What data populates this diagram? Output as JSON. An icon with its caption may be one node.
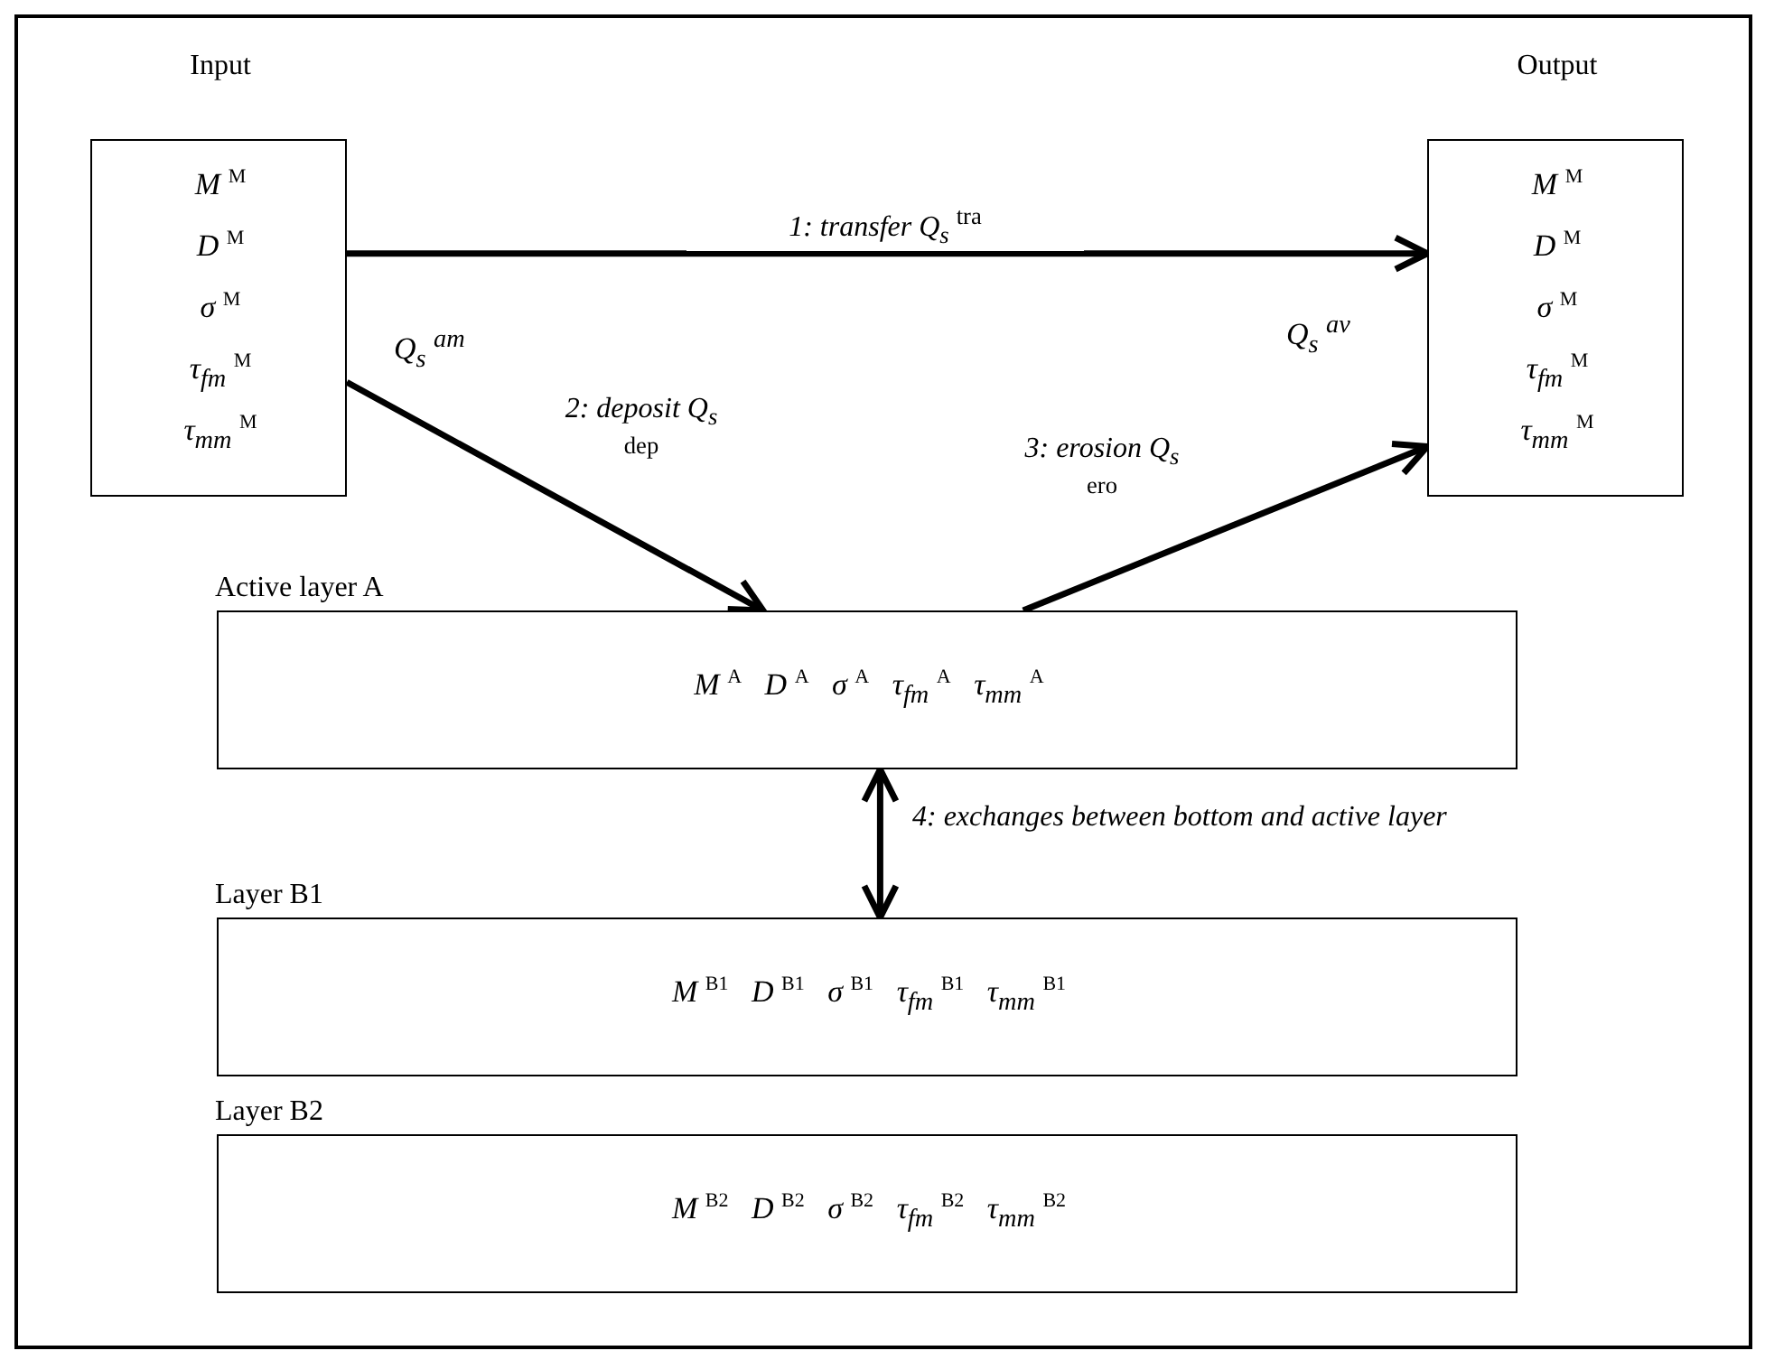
{
  "diagram": {
    "nodes": [
      {
        "text": [
          "Input",
          "M $^{M}$",
          "D $^{M}$",
          "σ $^{M}$",
          "τ$_{fm}$ $^{M}$",
          "τ$_{mm}$ $^{M}$"
        ]
      },
      {
        "text": [
          "Output",
          "M $^{M}$",
          "D $^{M}$",
          "σ $^{M}$",
          "τ$_{fm}$ $^{M}$",
          "τ$_{mm}$ $^{M}$"
        ]
      },
      {
        "text": [
          "Active layer A",
          "M $^{A}$   D $^{A}$   σ $^{A}$   τ$_{fm}$ $^{A}$   τ$_{mm}$ $^{A}$"
        ]
      },
      {
        "text": [
          "Layer B1",
          "M $^{B1}$   D $^{B1}$   σ $^{B1}$   τ$_{fm}$ $^{B1}$   τ$_{mm}$ $^{B1}$"
        ]
      },
      {
        "text": [
          "Layer B2",
          "M $^{B2}$   D $^{B2}$   σ $^{B2}$   τ$_{fm}$ $^{B2}$   τ$_{mm}$ $^{B2}$"
        ]
      }
    ],
    "edges": [
      {
        "from": 0,
        "to": 1,
        "arrow": "to",
        "label": "1: transfer Q$_{s}$ $^{tra}$"
      },
      {
        "from": 0,
        "to": 2,
        "arrow": "to",
        "label": "2: deposit Q$_{s}$ $^{dep}$"
      },
      {
        "from": 2,
        "to": 1,
        "arrow": "to",
        "label": "3: erosion Q$_{s}$ $^{ero}$"
      },
      {
        "from": 2,
        "to": 3,
        "arrow": "both",
        "label": "4: exchanges between bottom and active layer"
      }
    ],
    "labels": [
      "Q$_{s}$ $^{am}$",
      "Q$_{s}$ $^{av}$"
    ]
  }
}
